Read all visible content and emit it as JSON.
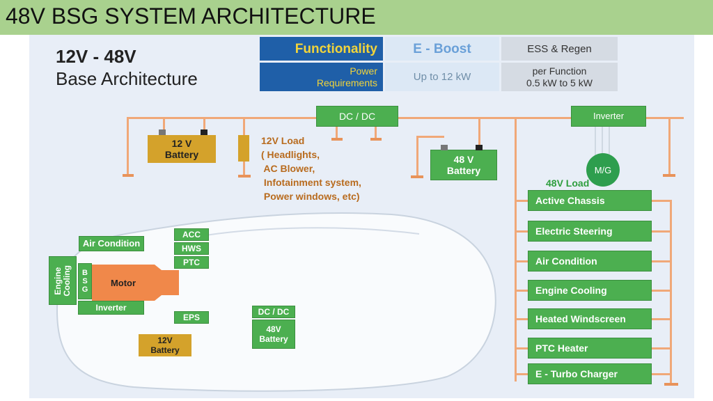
{
  "slide_title": "48V BSG SYSTEM ARCHITECTURE",
  "heading": {
    "line1": "12V - 48V",
    "line2": "Base Architecture"
  },
  "table": {
    "col1_header": "Functionality",
    "col2_header": "E - Boost",
    "col3_header": "ESS & Regen",
    "row2_label": "Power\nRequirements",
    "row2_col2": "Up to 12 kW",
    "row2_col3": "per Function\n0.5 kW to 5 kW"
  },
  "schematic": {
    "battery_12v": "12 V\nBattery",
    "load_12v": "12V Load\n( Headlights,\n AC Blower,\n Infotainment system,\n Power windows, etc)",
    "dcdc": "DC / DC",
    "battery_48v": "48 V\nBattery",
    "inverter": "Inverter",
    "mg": "M/G",
    "load_48v_label": "48V Load",
    "loads_48v": [
      "Active Chassis",
      "Electric Steering",
      "Air Condition",
      "Engine Cooling",
      "Heated Windscreen",
      "PTC Heater",
      "E - Turbo Charger"
    ]
  },
  "car": {
    "air_condition": "Air Condition",
    "acc": "ACC",
    "hws": "HWS",
    "ptc": "PTC",
    "engine_cooling": "Engine\nCooling",
    "bsg": "BSG",
    "motor": "Motor",
    "inverter": "Inverter",
    "eps": "EPS",
    "dcdc": "DC / DC",
    "battery_48v": "48V\nBattery",
    "battery_12v": "12V\nBattery"
  },
  "colors": {
    "title_bar": "#a9d18e",
    "panel_bg": "#e8eef7",
    "table_dark": "#1f5fa8",
    "table_accent_text": "#f2d43a",
    "component_green": "#4caf50",
    "battery_yellow": "#d4a22b",
    "wire_orange": "#f0a878",
    "motor_orange": "#f0884a",
    "load_text": "#b86b1e"
  }
}
